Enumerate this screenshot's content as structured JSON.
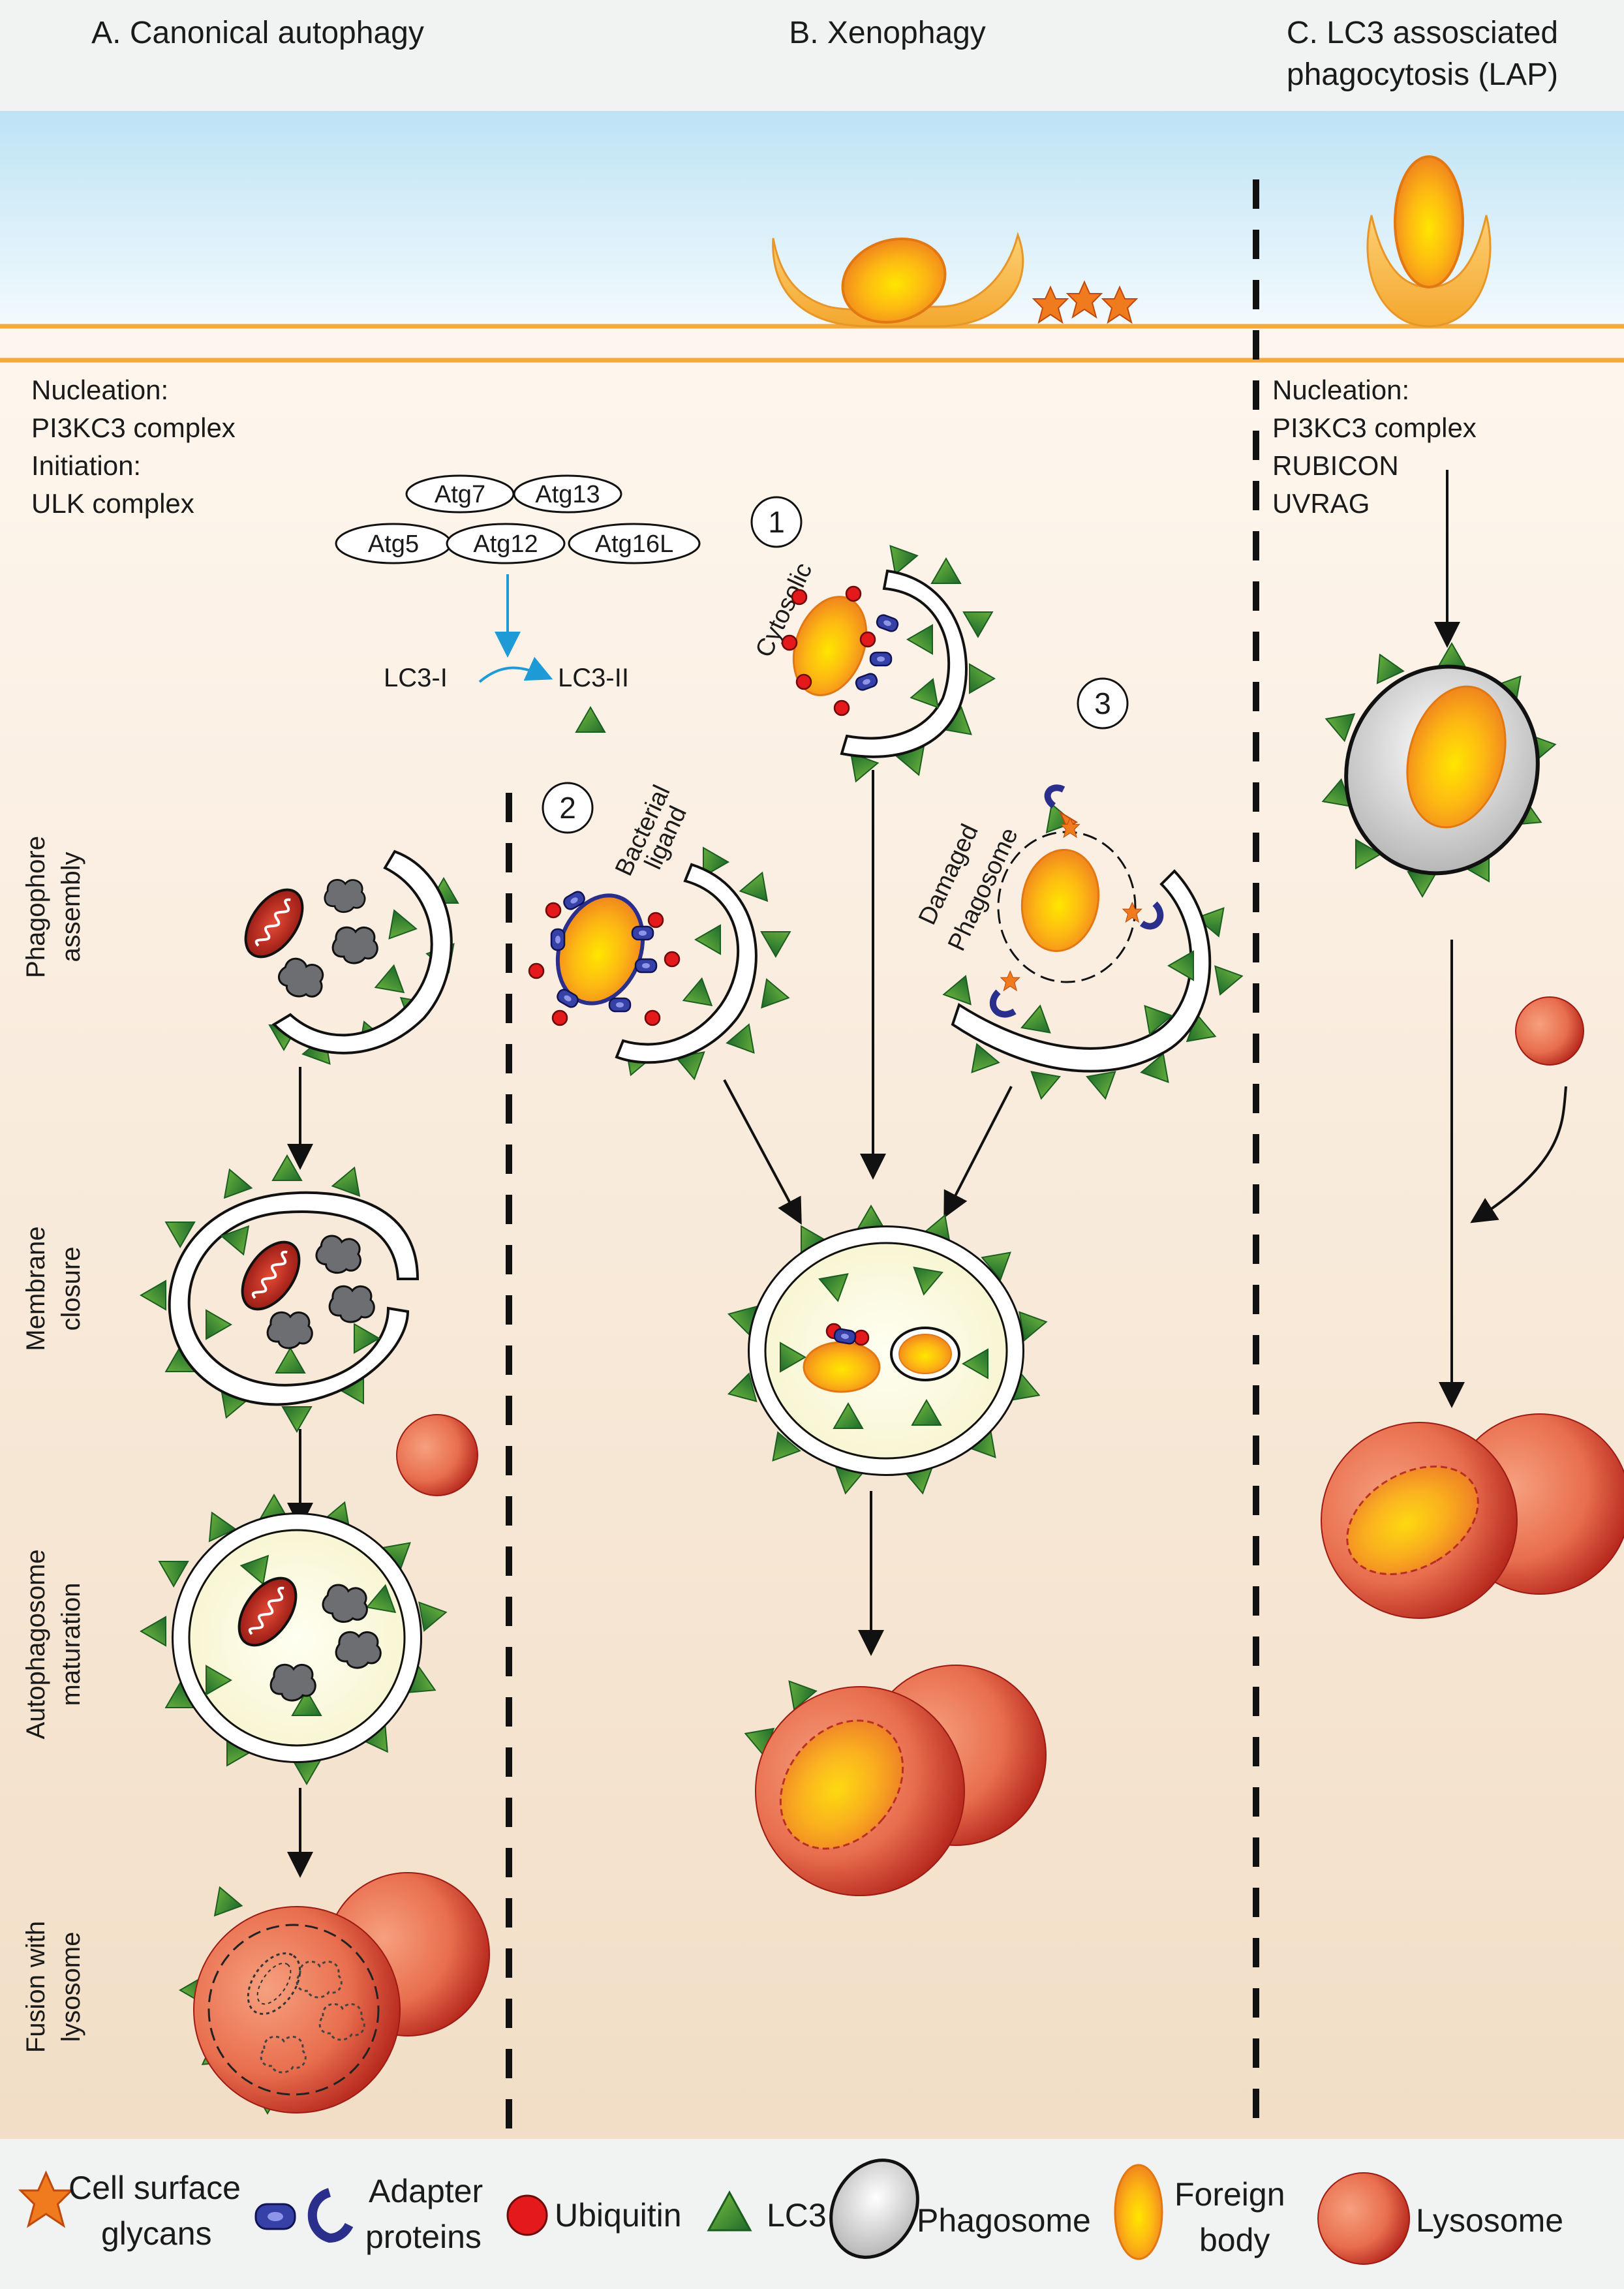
{
  "columns": {
    "a_title": "A. Canonical autophagy",
    "b_title": "B. Xenophagy",
    "c_title_line1": "C. LC3 assosciated",
    "c_title_line2": "phagocytosis (LAP)"
  },
  "canonical": {
    "nucleation_label": "Nucleation:",
    "nucleation_value": "PI3KC3 complex",
    "initiation_label": "Initiation:",
    "initiation_value": "ULK complex",
    "complexes": [
      "Atg7",
      "Atg13",
      "Atg5",
      "Atg12",
      "Atg16L"
    ],
    "lc3_i": "LC3-I",
    "lc3_ii": "LC3-II",
    "stages": [
      {
        "line1": "Phagophore",
        "line2": "assembly"
      },
      {
        "line1": "Membrane",
        "line2": "closure"
      },
      {
        "line1": "Autophagosome",
        "line2": "maturation"
      },
      {
        "line1": "Fusion with",
        "line2": "lysosome"
      }
    ]
  },
  "xenophagy": {
    "routes": [
      {
        "number": "1",
        "line1": "Cytosolic",
        "line2": ""
      },
      {
        "number": "2",
        "line1": "Bacterial",
        "line2": "ligand"
      },
      {
        "number": "3",
        "line1": "Damaged",
        "line2": "Phagosome"
      }
    ]
  },
  "lap": {
    "nucleation_label": "Nucleation:",
    "items": [
      "PI3KC3 complex",
      "RUBICON",
      "UVRAG"
    ]
  },
  "legend": {
    "glycans_line1": "Cell surface",
    "glycans_line2": "glycans",
    "adapter_line1": "Adapter",
    "adapter_line2": "proteins",
    "ubiquitin": "Ubiquitin",
    "lc3": "LC3",
    "phagosome": "Phagosome",
    "foreign_line1": "Foreign",
    "foreign_line2": "body",
    "lysosome": "Lysosome"
  },
  "colors": {
    "membrane": "#F5B13A",
    "lc3_green": "#2E8B2E",
    "ubiquitin_red": "#D7191C",
    "adapter_blue": "#2A2F8C",
    "arrow_blue": "#1E9BD7",
    "lysosome": "#E8744F",
    "lysosome_dark": "#B0221A",
    "cytosol_cream": "#FDF2E4",
    "extracellular_blue": "#BFE3F4"
  },
  "icons": [
    "glycan-star-icon",
    "adapter-protein-icon",
    "ubiquitin-icon",
    "lc3-triangle-icon",
    "phagosome-icon",
    "foreign-body-icon",
    "lysosome-icon",
    "mitochondrion-icon",
    "protein-aggregate-icon"
  ]
}
